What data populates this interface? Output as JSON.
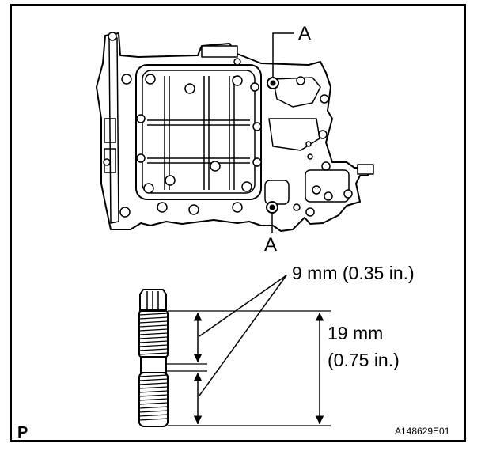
{
  "callout_label": "A",
  "stud_short_dim": "9 mm (0.35 in.)",
  "stud_long_dim_mm": "19 mm",
  "stud_long_dim_in": "(0.75 in.)",
  "corner_mark": "P",
  "figure_code": "A148629E01",
  "colors": {
    "ink": "#000000",
    "paper": "#ffffff"
  }
}
